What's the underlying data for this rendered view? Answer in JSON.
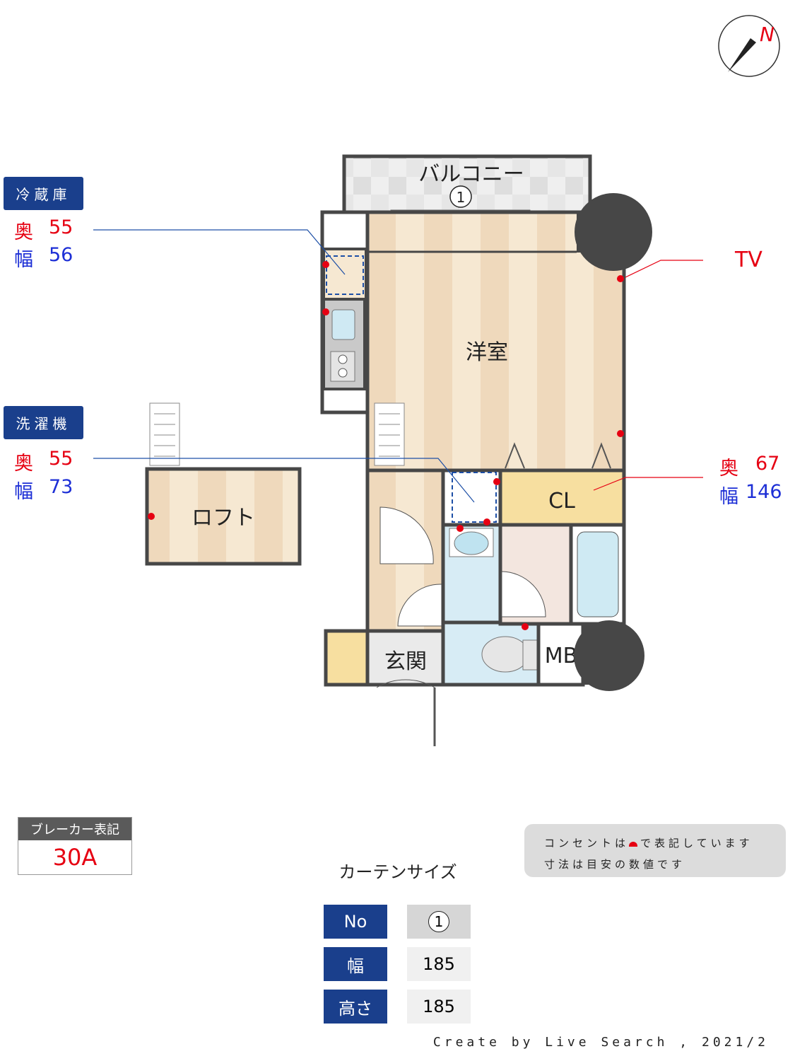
{
  "compass": {
    "label": "N"
  },
  "rooms": {
    "balcony": "バルコニー",
    "balcony_window_no": "1",
    "western_room": "洋室",
    "loft": "ロフト",
    "closet": "CL",
    "entrance": "玄関",
    "meter_box": "MB"
  },
  "annotations": {
    "fridge": {
      "label": "冷蔵庫",
      "depth_label": "奥",
      "depth": "55",
      "width_label": "幅",
      "width": "56"
    },
    "washer": {
      "label": "洗濯機",
      "depth_label": "奥",
      "depth": "55",
      "width_label": "幅",
      "width": "73"
    },
    "tv": {
      "label": "TV"
    },
    "closet": {
      "depth_label": "奥",
      "depth": "67",
      "width_label": "幅",
      "width": "146"
    }
  },
  "breaker": {
    "title": "ブレーカー表記",
    "value": "30A"
  },
  "notes": {
    "line1_a": "コンセントは",
    "line1_b": "で表記しています",
    "line2": "寸法は目安の数値です"
  },
  "curtain": {
    "title": "カーテンサイズ",
    "rows": [
      {
        "label": "No",
        "value": "1"
      },
      {
        "label": "幅",
        "value": "185"
      },
      {
        "label": "高さ",
        "value": "185"
      }
    ]
  },
  "credit": "Create by Live Search , 2021/2",
  "colors": {
    "wall": "#474747",
    "floor_a": "#f6e8d2",
    "floor_b": "#efd9bc",
    "badge": "#1a3f8c",
    "outlet": "#e60012",
    "closet": "#f7dfa0",
    "wet": "#d7ecf5"
  }
}
